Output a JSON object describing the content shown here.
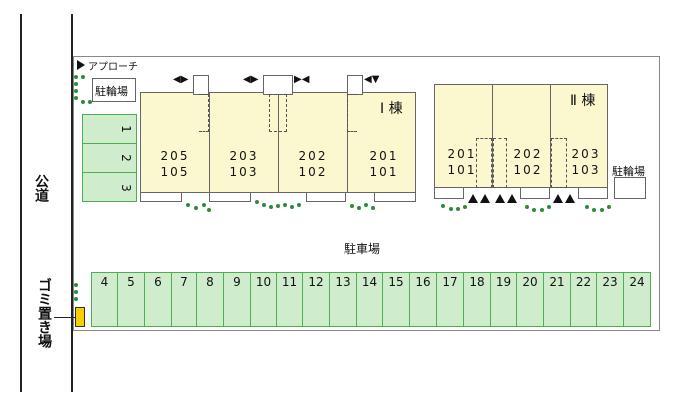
{
  "labels": {
    "approach": "アプローチ",
    "bicycle_left": "駐輪場",
    "bicycle_right": "駐輪場",
    "parking": "駐車場",
    "building1": "Ⅰ 棟",
    "building2": "Ⅱ 棟",
    "public_road": "公道",
    "garbage": "ゴミ置き場"
  },
  "side_spots": [
    "1",
    "2",
    "3"
  ],
  "bottom_spots": [
    "4",
    "5",
    "6",
    "7",
    "8",
    "9",
    "10",
    "11",
    "12",
    "13",
    "14",
    "15",
    "16",
    "17",
    "18",
    "19",
    "20",
    "21",
    "22",
    "23",
    "24"
  ],
  "building1_units": [
    {
      "upper": "205",
      "lower": "105"
    },
    {
      "upper": "203",
      "lower": "103"
    },
    {
      "upper": "202",
      "lower": "102"
    },
    {
      "upper": "201",
      "lower": "101"
    }
  ],
  "building2_units": [
    {
      "upper": "201",
      "lower": "101"
    },
    {
      "upper": "202",
      "lower": "102"
    },
    {
      "upper": "203",
      "lower": "103"
    }
  ],
  "colors": {
    "parking_green": "#cfeccc",
    "unit_yellow": "#fbf8d0",
    "garbage_yellow": "#f5d000",
    "shrub": "#2e8b3d"
  }
}
